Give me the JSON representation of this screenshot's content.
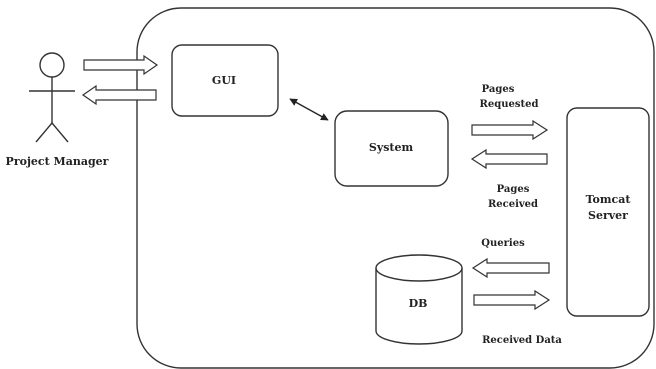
{
  "actor": {
    "label": "Project Manager"
  },
  "nodes": {
    "gui": "GUI",
    "system": "System",
    "tomcat_line1": "Tomcat",
    "tomcat_line2": "Server",
    "db": "DB"
  },
  "flows": {
    "pages_requested_line1": "Pages",
    "pages_requested_line2": "Requested",
    "pages_received_line1": "Pages",
    "pages_received_line2": "Received",
    "queries": "Queries",
    "received_data": "Received Data"
  },
  "colors": {
    "stroke": "#333333",
    "text": "#222222",
    "background": "#ffffff"
  }
}
